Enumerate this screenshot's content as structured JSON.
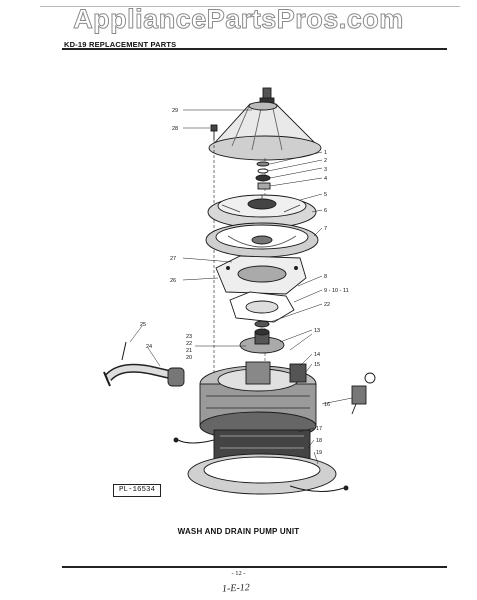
{
  "watermark": "AppliancePartsPros.com",
  "header": {
    "label": "KD-19 REPLACEMENT PARTS"
  },
  "diagram": {
    "callouts": [
      "29",
      "28",
      "1",
      "2",
      "3",
      "4",
      "5",
      "6",
      "7",
      "27",
      "26",
      "8",
      "9 - 10 - 11",
      "22",
      "25",
      "23",
      "22",
      "21",
      "20",
      "13",
      "24",
      "14",
      "15",
      "16",
      "17",
      "18",
      "19"
    ]
  },
  "plate_id": "PL-16534",
  "caption": "WASH AND DRAIN PUMP UNIT",
  "page_number": "- 12 -",
  "handwritten_note": "1-E-12"
}
